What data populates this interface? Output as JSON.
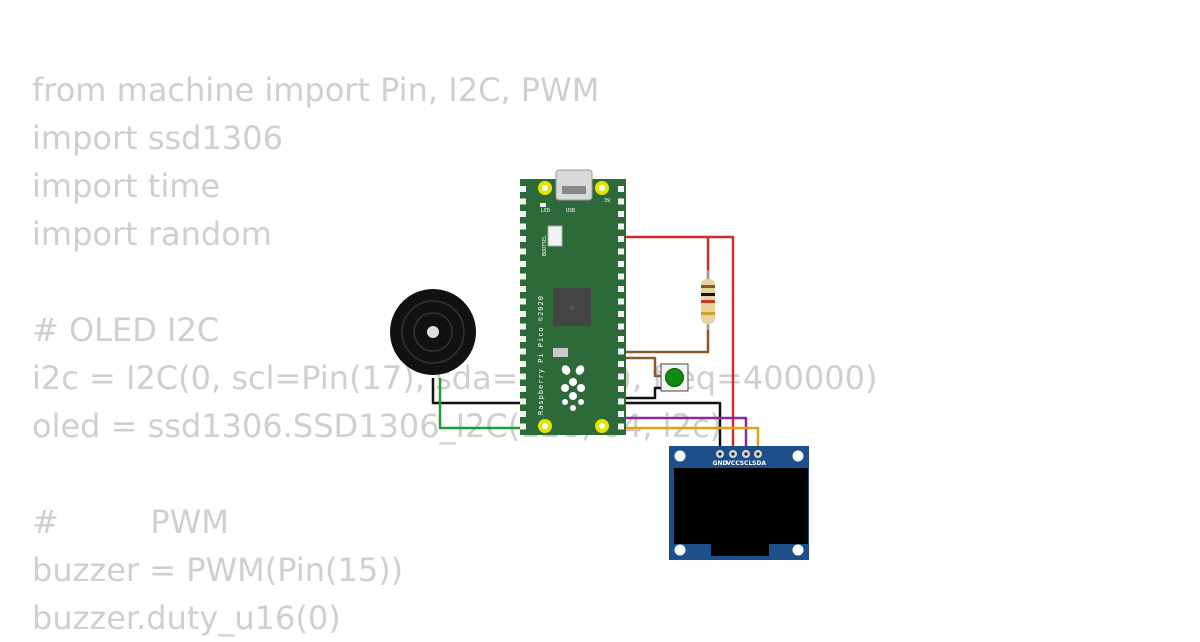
{
  "code": {
    "lines": [
      "from machine import Pin, I2C, PWM",
      "import ssd1306",
      "import time",
      "import random",
      "",
      "# OLED I2C",
      "i2c = I2C(0, scl=Pin(17), sda=Pin(16), freq=400000)",
      "oled = ssd1306.SSD1306_I2C(128, 64, i2c)",
      "",
      "#         PWM",
      "buzzer = PWM(Pin(15))",
      "buzzer.duty_u16(0)"
    ]
  },
  "board": {
    "led_label": "LED",
    "usb_label": "USB",
    "pin_label": "39",
    "bootsel_label": "BOOTSEL",
    "name": "Raspberry Pi Pico ©2020",
    "color": "#2d6a3a"
  },
  "oled": {
    "pins": [
      "GND",
      "VCC",
      "SCL",
      "SDA"
    ],
    "color": "#1d4f8b"
  },
  "wires": {
    "red": "#d42a2a",
    "brown": "#8b5a2b",
    "black": "#111111",
    "purple": "#8a2a9a",
    "orange": "#e8a012",
    "green": "#1e9e2e"
  }
}
